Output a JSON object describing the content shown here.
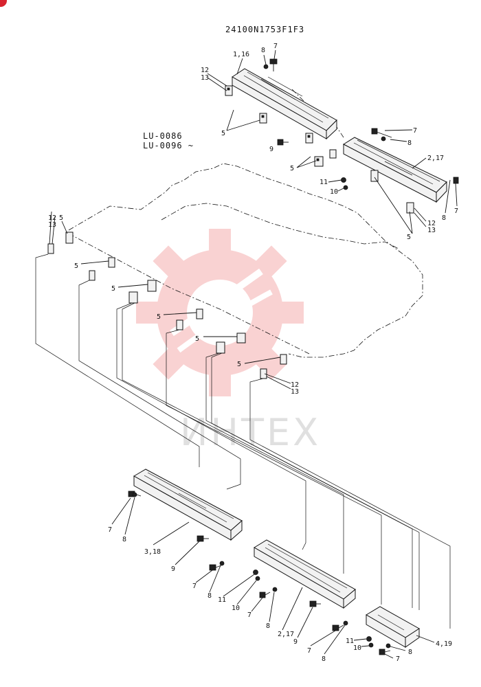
{
  "title": "24100N1753F1F3",
  "model_codes": [
    "LU-0086",
    "LU-0096 ~"
  ],
  "watermark": {
    "color": "#f4a6a6",
    "text_color": "#c8c8c8"
  },
  "labels": {
    "top_1_16": "1,16",
    "top_12": "12",
    "top_13": "13",
    "top_8": "8",
    "top_7": "7",
    "top_5": "5",
    "r_7": "7",
    "r_8": "8",
    "r_9": "9",
    "r_5": "5",
    "r_2_17": "2,17",
    "r_11": "11",
    "r_10": "10",
    "r_8b": "8",
    "r_7b": "7",
    "r_12": "12",
    "r_13": "13",
    "r_5b": "5",
    "l_12": "12",
    "l_13": "13",
    "l_5a": "5",
    "l_5b": "5",
    "l_5c": "5",
    "l_5d": "5",
    "l_5e": "5",
    "l_5f": "5",
    "m_12": "12",
    "m_13": "13",
    "b1_7": "7",
    "b1_8": "8",
    "b1_3_18": "3,18",
    "b2_9": "9",
    "b2_7": "7",
    "b2_8": "8",
    "b2_11": "11",
    "b2_10": "10",
    "b2_7b": "7",
    "b2_8b": "8",
    "b2_2_17": "2,17",
    "b3_9": "9",
    "b3_7": "7",
    "b3_8": "8",
    "b3_11": "11",
    "b3_10": "10",
    "b3_8b": "8",
    "b3_7b": "7",
    "b3_4_19": "4,19"
  }
}
